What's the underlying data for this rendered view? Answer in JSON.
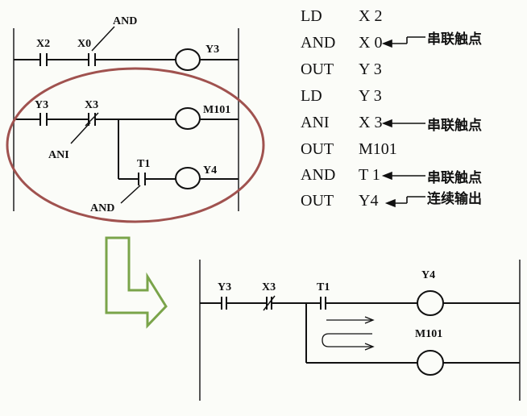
{
  "diagram1": {
    "contacts": {
      "x2": "X2",
      "x0": "X0",
      "y3": "Y3",
      "x3": "X3",
      "t1": "T1"
    },
    "coils": {
      "y3": "Y3",
      "m101": "M101",
      "y4": "Y4"
    },
    "callouts": {
      "and_top": "AND",
      "ani": "ANI",
      "and_bottom": "AND"
    }
  },
  "program": [
    {
      "op": "LD",
      "arg": "X 2",
      "note": ""
    },
    {
      "op": "AND",
      "arg": "X 0",
      "note": "串联触点"
    },
    {
      "op": "OUT",
      "arg": "Y 3",
      "note": ""
    },
    {
      "op": "LD",
      "arg": "Y 3",
      "note": ""
    },
    {
      "op": "ANI",
      "arg": "X 3",
      "note": "串联触点"
    },
    {
      "op": "OUT",
      "arg": "M101",
      "note": ""
    },
    {
      "op": "AND",
      "arg": "T 1",
      "note": "串联触点"
    },
    {
      "op": "OUT",
      "arg": "Y4",
      "note": "连续输出"
    }
  ],
  "diagram2": {
    "contacts": {
      "y3": "Y3",
      "x3": "X3",
      "t1": "T1"
    },
    "coils": {
      "y4": "Y4",
      "m101": "M101"
    }
  },
  "colors": {
    "ellipse": "#a0524f",
    "arrow": "#7aa44a",
    "ink": "#111111",
    "rail": "#6a6a6a"
  }
}
